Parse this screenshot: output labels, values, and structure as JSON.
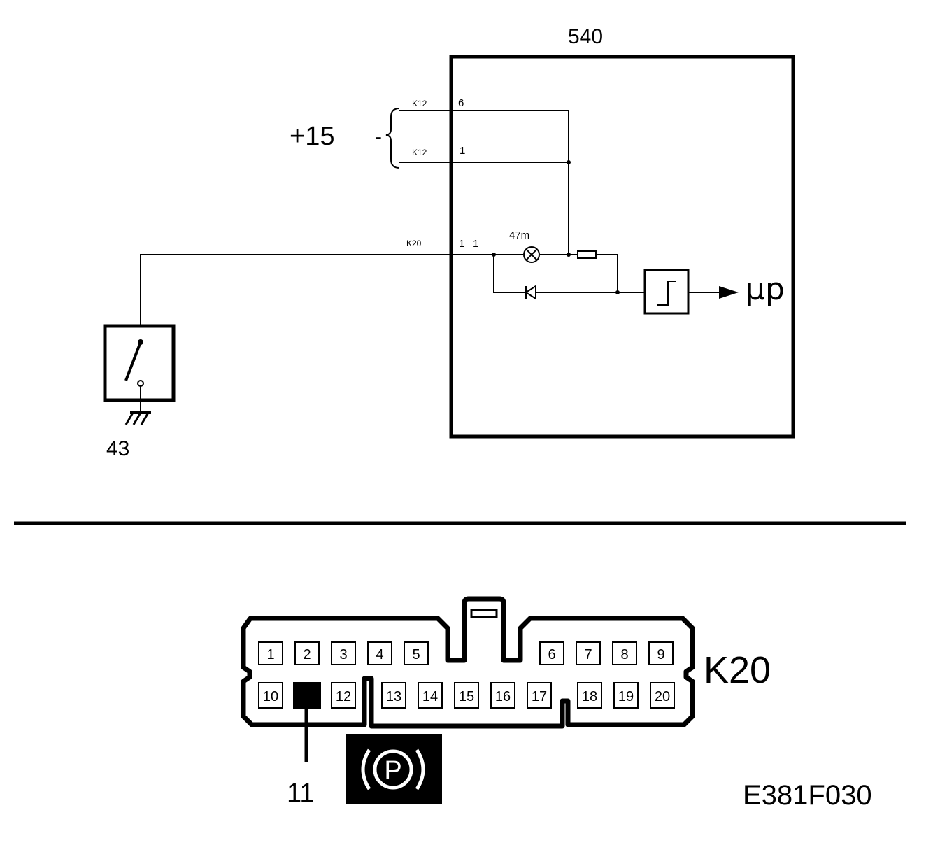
{
  "schematic": {
    "module_label": "540",
    "supply_label": "+15",
    "supply_dash": "-",
    "wire_k12_top": {
      "connector": "K12",
      "pin": "6"
    },
    "wire_k12_bottom": {
      "connector": "K12",
      "pin": "1"
    },
    "wire_k20": {
      "connector": "K20",
      "pin_left": "1",
      "pin_right": "1"
    },
    "lamp_label": "47m",
    "output_label": "µp",
    "switch_label": "43"
  },
  "connector": {
    "name": "K20",
    "top_row_left": [
      "1",
      "2",
      "3",
      "4",
      "5"
    ],
    "top_row_right": [
      "6",
      "7",
      "8",
      "9"
    ],
    "bottom_row_a": [
      "10"
    ],
    "bottom_row_b": [
      "12"
    ],
    "bottom_row_c": [
      "13",
      "14",
      "15",
      "16",
      "17"
    ],
    "bottom_row_d": [
      "18",
      "19",
      "20"
    ],
    "highlighted_pin": "11",
    "pin_callout": "11",
    "parking_symbol": "P"
  },
  "figure_code": "E381F030"
}
